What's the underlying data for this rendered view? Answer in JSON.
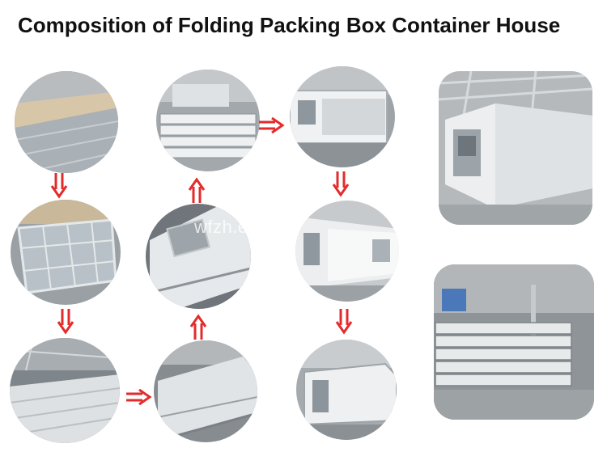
{
  "title": "Composition of Folding Packing Box Container House",
  "watermark": "wfzh.en.alibaba.com",
  "arrow_color": "#e32b2b",
  "steps": [
    {
      "name": "step-1-floor-frame",
      "subject": "floor-frame-icon"
    },
    {
      "name": "step-2-frame-assembly",
      "subject": "frame-assembly-icon"
    },
    {
      "name": "step-3-roof-panels",
      "subject": "roof-panel-icon"
    },
    {
      "name": "step-4-folded-panel",
      "subject": "folded-panel-icon"
    },
    {
      "name": "step-5-window-wall-panel",
      "subject": "window-panel-icon"
    },
    {
      "name": "step-6-stacked-units",
      "subject": "stacked-units-icon"
    },
    {
      "name": "step-7-open-container",
      "subject": "open-container-icon"
    },
    {
      "name": "step-8-interior-room",
      "subject": "interior-room-icon"
    },
    {
      "name": "step-9-finished-house",
      "subject": "finished-house-icon"
    }
  ],
  "photos": [
    {
      "name": "photo-lifted-container",
      "subject": "lifted-container-icon"
    },
    {
      "name": "photo-stacked-folded-units",
      "subject": "stacked-folded-units-icon"
    }
  ]
}
